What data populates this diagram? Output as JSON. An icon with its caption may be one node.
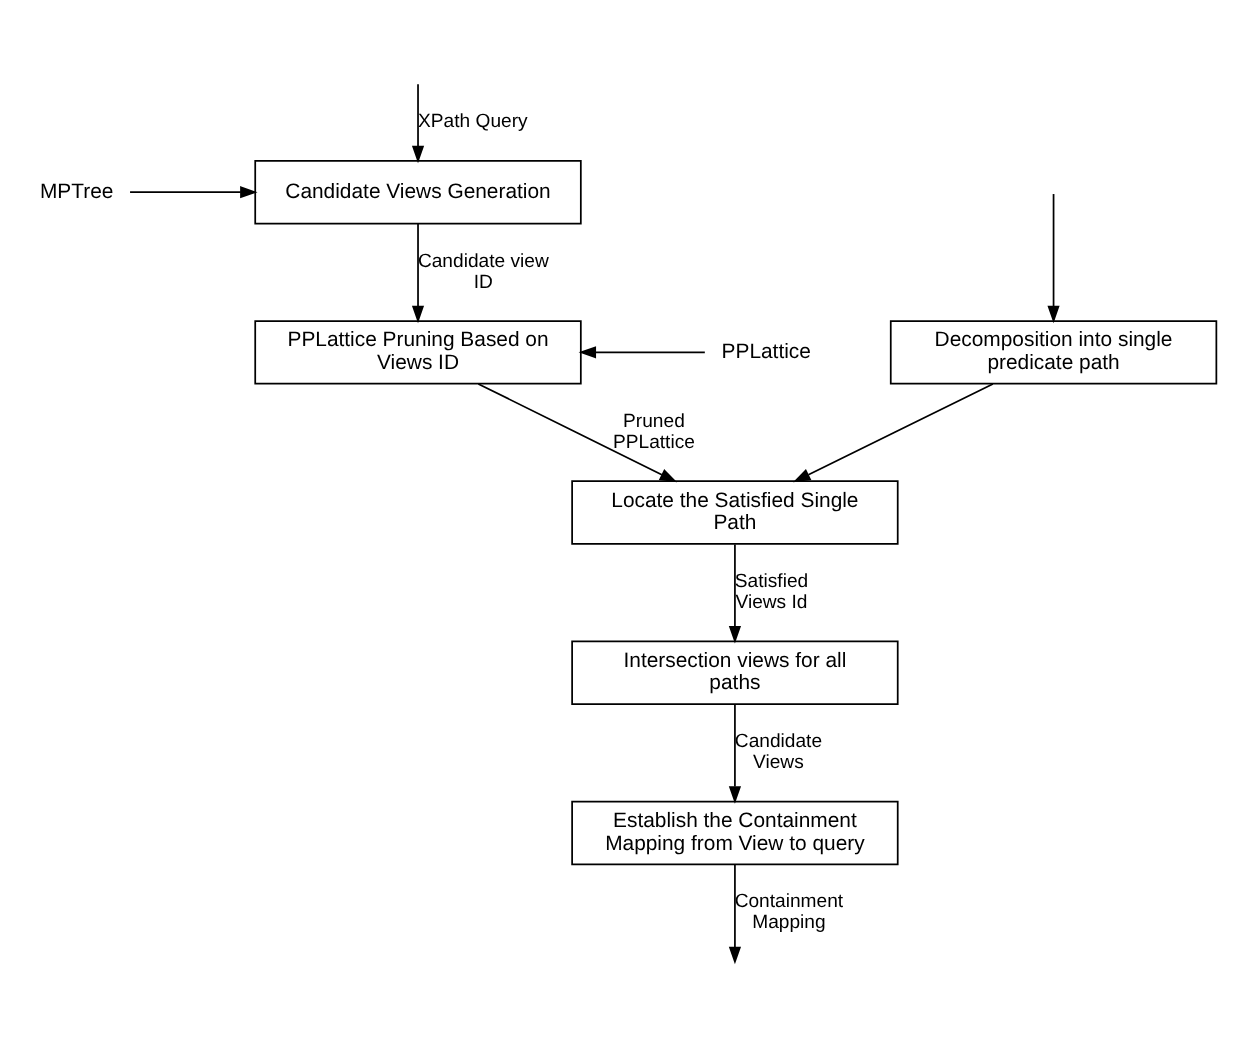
{
  "diagram": {
    "nodes": [
      {
        "text": [
          "MPTree"
        ]
      },
      {
        "text": [
          "Candidate Views Generation"
        ]
      },
      {
        "text": [
          "Decomposition into single predicate path"
        ]
      },
      {
        "text": [
          "PPLattice"
        ]
      },
      {
        "text": [
          "PPLattice Pruning Based on Views ID"
        ]
      },
      {
        "text": [
          "Locate the Satisfied Single Path"
        ]
      },
      {
        "text": [
          "Intersection views for all paths"
        ]
      },
      {
        "text": [
          "Establish the Containment Mapping from View to query"
        ]
      }
    ],
    "edges": [
      {
        "from": null,
        "to": 1,
        "arrow": "to",
        "label": "XPath Query"
      },
      {
        "from": null,
        "to": 2,
        "arrow": "to"
      },
      {
        "from": 0,
        "to": 1,
        "arrow": "to"
      },
      {
        "from": 1,
        "to": 4,
        "arrow": "to",
        "label": "Candidate view ID"
      },
      {
        "from": 3,
        "to": 4,
        "arrow": "to"
      },
      {
        "from": 4,
        "to": 5,
        "arrow": "to",
        "label": "Pruned PPLattice"
      },
      {
        "from": 2,
        "to": 5,
        "arrow": "to"
      },
      {
        "from": 5,
        "to": 6,
        "arrow": "to",
        "label": "Satisfied Views Id"
      },
      {
        "from": 6,
        "to": 7,
        "arrow": "to",
        "label": "Candidate Views"
      },
      {
        "from": 7,
        "to": null,
        "arrow": "to",
        "label": "Containment Mapping"
      }
    ]
  }
}
